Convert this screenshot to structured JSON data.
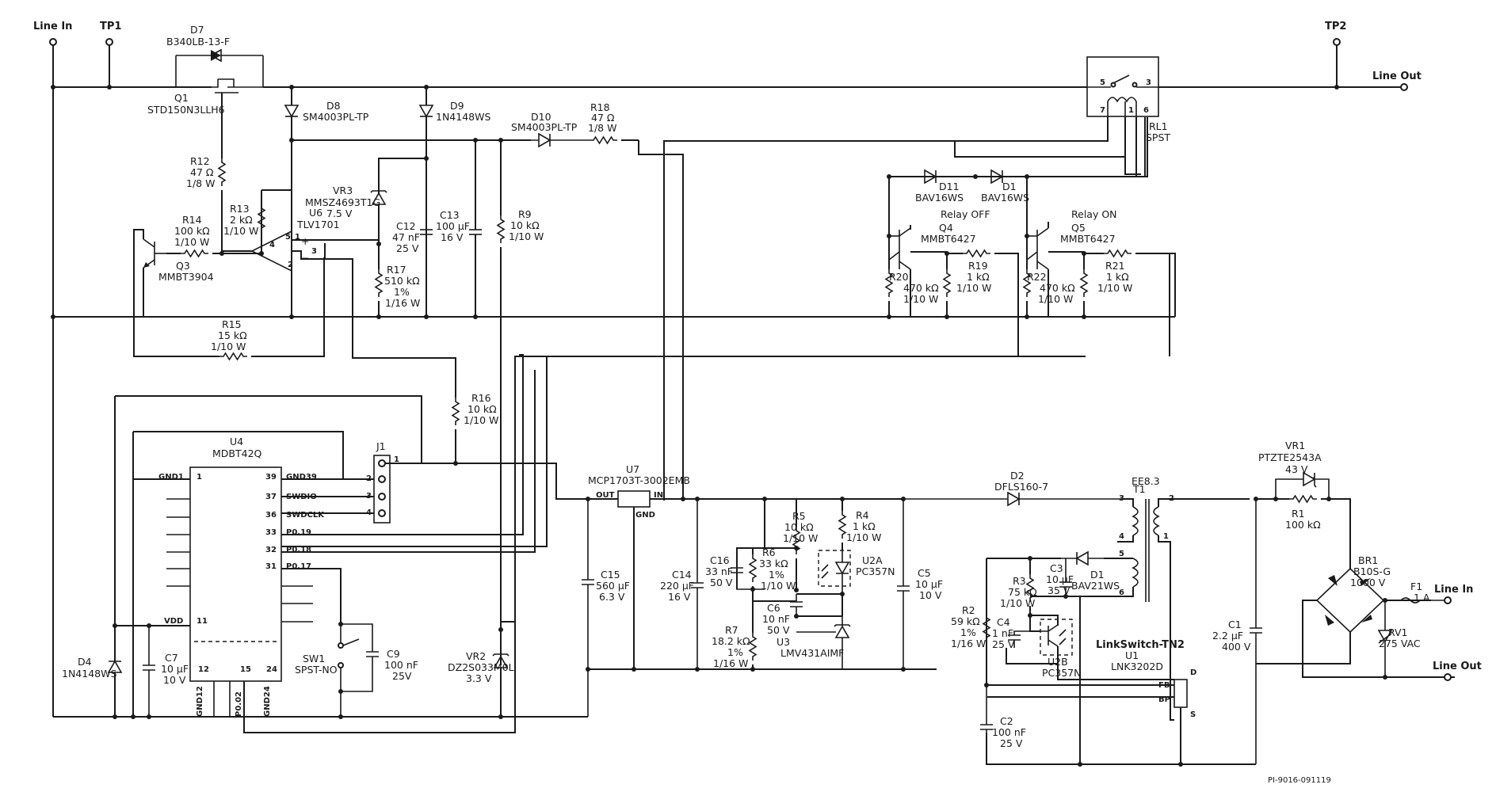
{
  "nets": {
    "line_in_top": "Line In",
    "tp1": "TP1",
    "tp2": "TP2",
    "line_out_top": "Line Out",
    "line_in_right": "Line In",
    "line_out_right": "Line Out"
  },
  "labels": {
    "relay_off": "Relay OFF",
    "relay_on": "Relay ON",
    "part_number": "PI-9016-091119"
  },
  "components": {
    "D7": [
      "D7",
      "B340LB-13-F"
    ],
    "Q1": [
      "Q1",
      "STD150N3LLH6"
    ],
    "D8": [
      "D8",
      "SM4003PL-TP"
    ],
    "D9": [
      "D9",
      "1N4148WS"
    ],
    "D10": [
      "D10",
      "SM4003PL-TP"
    ],
    "R18": [
      "R18",
      "47 Ω",
      "1/8 W"
    ],
    "RL1": [
      "RL1",
      "SPST"
    ],
    "R12": [
      "R12",
      "47 Ω",
      "1/8 W"
    ],
    "R13": [
      "R13",
      "2 kΩ",
      "1/10 W"
    ],
    "R14": [
      "R14",
      "100 kΩ",
      "1/10 W"
    ],
    "Q3": [
      "Q3",
      "MMBT3904"
    ],
    "U6": [
      "U6",
      "TLV1701"
    ],
    "VR3": [
      "VR3",
      "MMSZ4693T1G",
      "7.5 V"
    ],
    "C12": [
      "C12",
      "47 nF",
      "25 V"
    ],
    "C13": [
      "C13",
      "100 µF",
      "16 V"
    ],
    "R9": [
      "R9",
      "10 kΩ",
      "1/10 W"
    ],
    "R17": [
      "R17",
      "510 kΩ",
      "1%",
      "1/16 W"
    ],
    "R15": [
      "R15",
      "15 kΩ",
      "1/10 W"
    ],
    "R16": [
      "R16",
      "10 kΩ",
      "1/10 W"
    ],
    "D11": [
      "D11",
      "BAV16WS"
    ],
    "D1A": [
      "D1",
      "BAV16WS"
    ],
    "Q4": [
      "Q4",
      "MMBT6427"
    ],
    "Q5": [
      "Q5",
      "MMBT6427"
    ],
    "R19": [
      "R19",
      "1 kΩ",
      "1/10 W"
    ],
    "R20": [
      "R20",
      "470 kΩ",
      "1/10 W"
    ],
    "R21": [
      "R21",
      "1 kΩ",
      "1/10 W"
    ],
    "R22": [
      "R22",
      "470 kΩ",
      "1/10 W"
    ],
    "U4": [
      "U4",
      "MDBT42Q"
    ],
    "J1": [
      "J1"
    ],
    "U7": [
      "U7",
      "MCP1703T-3002EMB"
    ],
    "D2": [
      "D2",
      "DFLS160-7"
    ],
    "T1": [
      "T1",
      "EE8.3"
    ],
    "VR1": [
      "VR1",
      "PTZTE2543A",
      "43 V"
    ],
    "R1": [
      "R1",
      "100 kΩ"
    ],
    "C15": [
      "C15",
      "560 µF",
      "6.3 V"
    ],
    "C14": [
      "C14",
      "220 µF",
      "16 V"
    ],
    "C16": [
      "C16",
      "33 nF",
      "50 V"
    ],
    "R5": [
      "R5",
      "10 kΩ",
      "1/10 W"
    ],
    "R6": [
      "R6",
      "33 kΩ",
      "1%",
      "1/10 W"
    ],
    "R4": [
      "R4",
      "1 kΩ",
      "1/10 W"
    ],
    "U2A": [
      "U2A",
      "PC357N"
    ],
    "C5": [
      "C5",
      "10 µF",
      "10 V"
    ],
    "C6": [
      "C6",
      "10 nF",
      "50 V"
    ],
    "R7": [
      "R7",
      "18.2 kΩ",
      "1%",
      "1/16 W"
    ],
    "U3": [
      "U3",
      "LMV431AIMF"
    ],
    "C3": [
      "C3",
      "10 µF",
      "35 V"
    ],
    "R3": [
      "R3",
      "75 kΩ",
      "1/10 W"
    ],
    "D1B": [
      "D1",
      "BAV21WS"
    ],
    "R2": [
      "R2",
      "59 kΩ",
      "1%",
      "1/16 W"
    ],
    "C4": [
      "C4",
      "1 nF",
      "25 V"
    ],
    "U2B": [
      "U2B",
      "PC357N"
    ],
    "U1": [
      "LinkSwitch-TN2",
      "U1",
      "LNK3202D"
    ],
    "C2": [
      "C2",
      "100 nF",
      "25 V"
    ],
    "C1": [
      "C1",
      "2.2 µF",
      "400 V"
    ],
    "BR1": [
      "BR1",
      "B10S-G",
      "1000 V"
    ],
    "F1": [
      "F1",
      "1 A"
    ],
    "RV1": [
      "RV1",
      "275 VAC"
    ],
    "SW1": [
      "SW1",
      "SPST-NO"
    ],
    "C9": [
      "C9",
      "100 nF",
      "25V"
    ],
    "D4": [
      "D4",
      "1N4148WS"
    ],
    "C7": [
      "C7",
      "10 µF",
      "10 V"
    ],
    "VR2": [
      "VR2",
      "DZ2S033M0L",
      "3.3 V"
    ]
  },
  "pins": {
    "u6": [
      "5",
      "1",
      "4",
      "2",
      "3",
      "+",
      "−"
    ],
    "u4_left": [
      "GND1",
      "1",
      "VDD",
      "11"
    ],
    "u4_right": [
      [
        "39",
        "GND39"
      ],
      [
        "37",
        "SWDIO"
      ],
      [
        "36",
        "SWDCLK"
      ],
      [
        "33",
        "P0.19"
      ],
      [
        "32",
        "P0.18"
      ],
      [
        "31",
        "P0.17"
      ]
    ],
    "u4_bottom": [
      "12",
      "15",
      "24",
      "GND12",
      "P0.02",
      "GND24"
    ],
    "j1": [
      "1",
      "2",
      "3",
      "4"
    ],
    "rl1": [
      "5",
      "3",
      "7",
      "1",
      "6"
    ],
    "u7": [
      "OUT",
      "IN",
      "GND"
    ],
    "t1": [
      "3",
      "2",
      "4",
      "1",
      "5",
      "6"
    ],
    "u1": [
      "D",
      "FB",
      "BP",
      "S"
    ]
  }
}
